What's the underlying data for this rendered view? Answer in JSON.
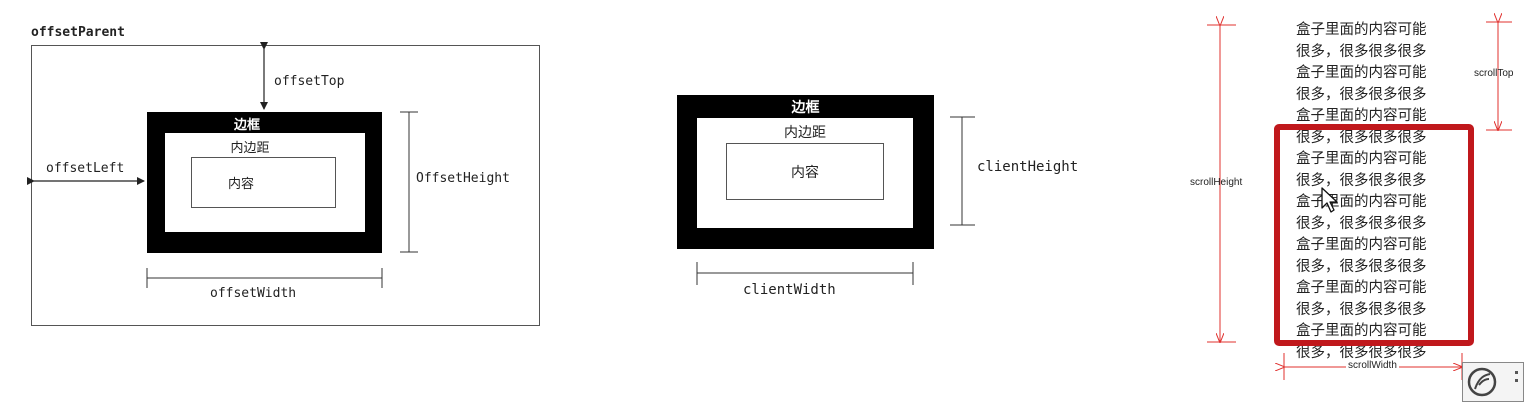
{
  "offset_diagram": {
    "parent_label": "offsetParent",
    "border_label": "边框",
    "padding_label": "内边距",
    "content_label": "内容",
    "top_label": "offsetTop",
    "left_label": "offsetLeft",
    "height_label": "OffsetHeight",
    "width_label": "offsetWidth"
  },
  "client_diagram": {
    "border_label": "边框",
    "padding_label": "内边距",
    "content_label": "内容",
    "height_label": "clientHeight",
    "width_label": "clientWidth"
  },
  "scroll_diagram": {
    "lines": [
      "盒子里面的内容可能",
      "很多，很多很多很多",
      "盒子里面的内容可能",
      "很多，很多很多很多",
      "盒子里面的内容可能",
      "很多，很多很多很多",
      "盒子里面的内容可能",
      "很多，很多很多很多",
      "盒子里面的内容可能",
      "很多，很多很多很多",
      "盒子里面的内容可能",
      "很多，很多很多很多",
      "盒子里面的内容可能",
      "很多，很多很多很多",
      "盒子里面的内容可能",
      "很多，很多很多很多"
    ],
    "top_label": "scrollTop",
    "height_label": "scrollHeight",
    "width_label": "scrollWidth",
    "accent_color": "#c0181c"
  },
  "icons": [
    "cursor-arrow-icon",
    "logo-badge-icon"
  ]
}
